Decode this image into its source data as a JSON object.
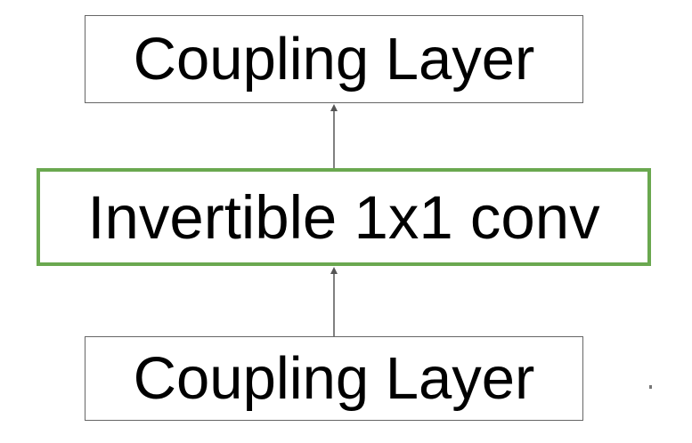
{
  "diagram": {
    "nodes": [
      {
        "id": "coupling-top",
        "label": "Coupling Layer"
      },
      {
        "id": "conv",
        "label": "Invertible 1x1 conv"
      },
      {
        "id": "coupling-bottom",
        "label": "Coupling Layer"
      }
    ],
    "edges": [
      {
        "from": "coupling-bottom",
        "to": "conv"
      },
      {
        "from": "conv",
        "to": "coupling-top"
      }
    ],
    "colors": {
      "box_border": "#666666",
      "highlight_border": "#6aa84f",
      "arrow": "#555555",
      "text": "#000000"
    }
  }
}
